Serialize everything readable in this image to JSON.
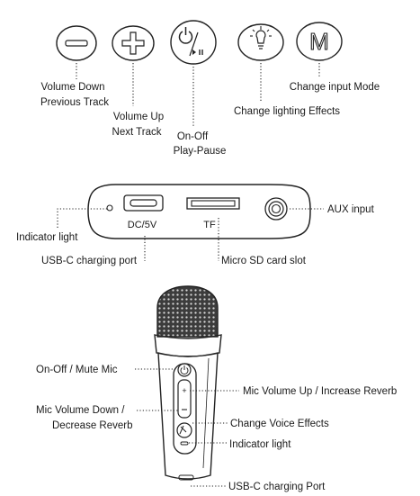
{
  "top_buttons": {
    "volume_down_label_1": "Volume Down",
    "volume_down_label_2": "Previous Track",
    "volume_up_label_1": "Volume Up",
    "volume_up_label_2": "Next  Track",
    "power_label_1": "On-Off",
    "power_label_2": "Play-Pause",
    "lighting_label": "Change lighting Effects",
    "mode_label": "Change input Mode",
    "mode_glyph": "M"
  },
  "port_panel": {
    "dc_port_text": "DC/5V",
    "tf_slot_text": "TF",
    "aux_label": "AUX input",
    "indicator_label": "Indicator light",
    "usbc_label": "USB-C charging port",
    "sd_label": "Micro SD card slot"
  },
  "microphone": {
    "mute_label": "On-Off / Mute Mic",
    "vol_down_label_1": "Mic Volume Down /",
    "vol_down_label_2": "Decrease Reverb",
    "vol_up_label": "Mic Volume Up / Increase Reverb",
    "voice_label": "Change Voice Effects",
    "indicator_label": "Indicator light",
    "usbc_label": "USB-C charging Port"
  }
}
